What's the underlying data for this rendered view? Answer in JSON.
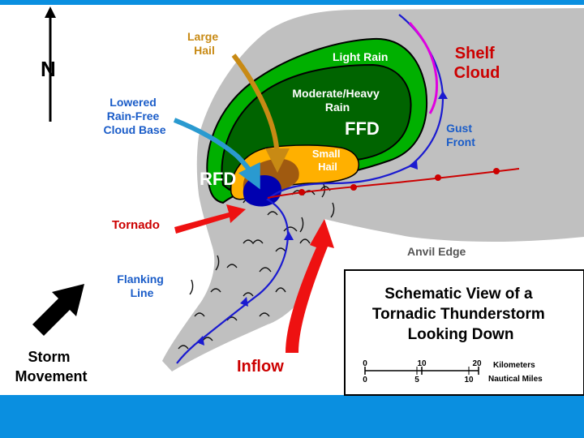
{
  "labels": {
    "north": "N",
    "large_hail": [
      "Large",
      "Hail"
    ],
    "light_rain": "Light Rain",
    "shelf_cloud": [
      "Shelf",
      "Cloud"
    ],
    "lowered_base": [
      "Lowered",
      "Rain-Free",
      "Cloud Base"
    ],
    "moderate_heavy_rain": [
      "Moderate/Heavy",
      "Rain"
    ],
    "ffd": "FFD",
    "gust_front": [
      "Gust",
      "Front"
    ],
    "small_hail": [
      "Small",
      "Hail"
    ],
    "rfd": "RFD",
    "tornado": "Tornado",
    "anvil_edge": "Anvil Edge",
    "flanking_line": [
      "Flanking",
      "Line"
    ],
    "storm_movement": [
      "Storm",
      "Movement"
    ],
    "inflow": "Inflow"
  },
  "title_box": {
    "lines": [
      "Schematic View of a",
      "Tornadic Thunderstorm",
      "Looking Down"
    ]
  },
  "scale": {
    "km_ticks": [
      "0",
      "10",
      "20"
    ],
    "km_label": "Kilometers",
    "mi_ticks": [
      "0",
      "5",
      "10"
    ],
    "mi_label": "Nautical Miles"
  },
  "colors": {
    "anvil": "#c0c0c0",
    "light_rain": "#00b000",
    "moderate_rain": "#006400",
    "small_hail": "#ffb000",
    "large_hail_core": "#a05a10",
    "mesocyclone": "#0000b0",
    "gust_front": "#1a1ad0",
    "shelf_cloud": "#e000e0",
    "arrow_red": "#ee1111",
    "label_red": "#cc0000",
    "label_blue": "#1a5cc8",
    "hail_arrow": "#c88a14",
    "cloud_base_arrow": "#2a9ad0",
    "accent_bar": "#0a8fe0"
  }
}
